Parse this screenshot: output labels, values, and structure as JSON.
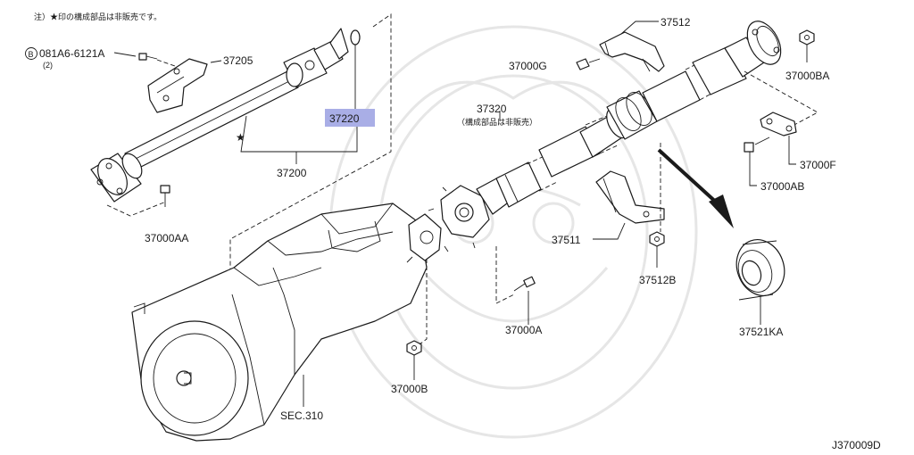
{
  "note": "注）★印の構成部品は非販売です。",
  "diagram_id": "J370009D",
  "colors": {
    "highlight": "#a9aee6",
    "line": "#1a1a1a"
  },
  "labels": {
    "bolt_prefix": "B",
    "bolt": "081A6-6121A",
    "bolt_qty": "(2)",
    "p37205": "37205",
    "p37220": "37220",
    "p37200": "37200",
    "star": "★",
    "p37000AA": "37000AA",
    "p37512": "37512",
    "p37000G": "37000G",
    "p37000BA": "37000BA",
    "p37320": "37320",
    "p37320_note": "（構成部品は非販売）",
    "p37000F": "37000F",
    "p37000AB": "37000AB",
    "p37511": "37511",
    "p37512B": "37512B",
    "p37521KA": "37521KA",
    "p37000A": "37000A",
    "p37000B": "37000B",
    "sec310": "SEC.310"
  },
  "selected_part": "37220"
}
